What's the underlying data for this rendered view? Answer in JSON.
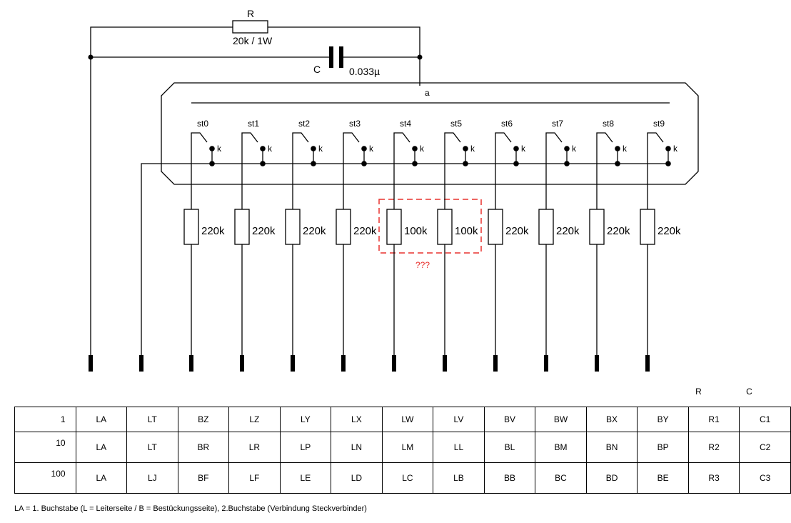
{
  "schematic": {
    "resistor_label": "R",
    "resistor_value": "20k / 1W",
    "capacitor_label": "C",
    "capacitor_value": "0.033µ",
    "bus_label": "a",
    "contact_label": "k",
    "stages": [
      {
        "name": "st0",
        "resistor": "220k"
      },
      {
        "name": "st1",
        "resistor": "220k"
      },
      {
        "name": "st2",
        "resistor": "220k"
      },
      {
        "name": "st3",
        "resistor": "220k"
      },
      {
        "name": "st4",
        "resistor": "100k"
      },
      {
        "name": "st5",
        "resistor": "100k"
      },
      {
        "name": "st6",
        "resistor": "220k"
      },
      {
        "name": "st7",
        "resistor": "220k"
      },
      {
        "name": "st8",
        "resistor": "220k"
      },
      {
        "name": "st9",
        "resistor": "220k"
      }
    ],
    "highlight_note": "???",
    "highlight_color": "#e8322e"
  },
  "table": {
    "extra_headers": [
      "R",
      "C"
    ],
    "rows": [
      {
        "head": "1",
        "cells": [
          "LA",
          "LT",
          "BZ",
          "LZ",
          "LY",
          "LX",
          "LW",
          "LV",
          "BV",
          "BW",
          "BX",
          "BY",
          "R1",
          "C1"
        ]
      },
      {
        "head": "10",
        "cells": [
          "LA",
          "LT",
          "BR",
          "LR",
          "LP",
          "LN",
          "LM",
          "LL",
          "BL",
          "BM",
          "BN",
          "BP",
          "R2",
          "C2"
        ]
      },
      {
        "head": "100",
        "cells": [
          "LA",
          "LJ",
          "BF",
          "LF",
          "LE",
          "LD",
          "LC",
          "LB",
          "BB",
          "BC",
          "BD",
          "BE",
          "R3",
          "C3"
        ]
      }
    ]
  },
  "legend": "LA = 1. Buchstabe (L = Leiterseite / B = Bestückungsseite), 2.Buchstabe (Verbindung Steckverbinder)"
}
